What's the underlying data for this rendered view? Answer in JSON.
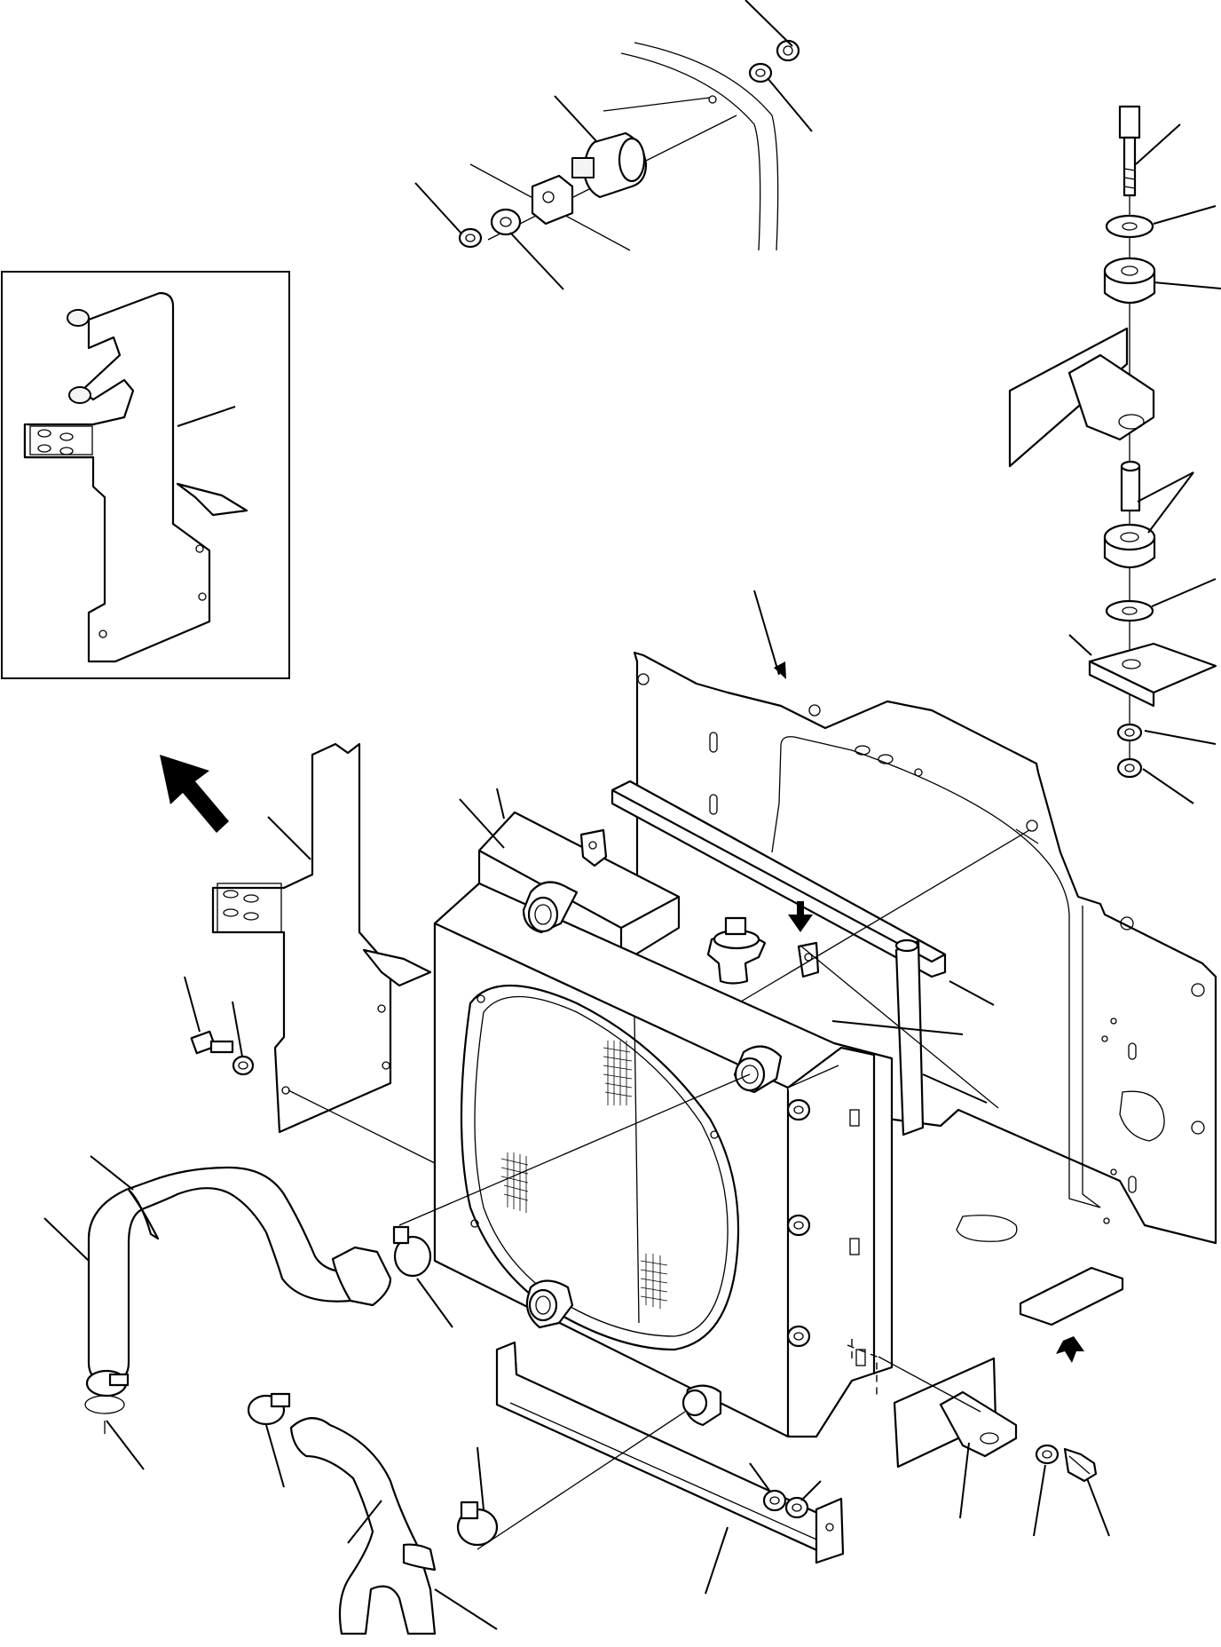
{
  "diagram": {
    "type": "exploded-parts-view",
    "background": "#ffffff",
    "line_color": "#000000",
    "parts": [
      "radiator",
      "radiator-cap",
      "fan-shroud-ring",
      "mounting-frame-plate",
      "left-bracket",
      "inset-bracket",
      "upper-radiator-hose",
      "lower-radiator-hose",
      "hose-clamp",
      "bottom-support-bar",
      "right-lower-mount-bracket",
      "upper-rubber-mount",
      "right-mount-stack",
      "foam-seal-strip",
      "bolts-nuts-washers"
    ],
    "callout_labels": []
  }
}
